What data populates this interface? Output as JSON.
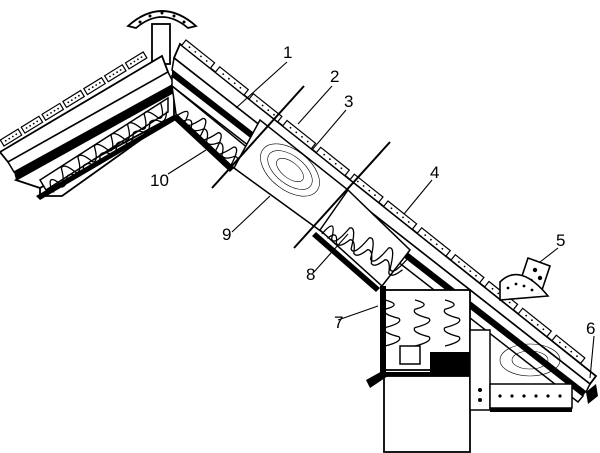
{
  "diagram": {
    "callouts": [
      {
        "id": "1",
        "label": "1"
      },
      {
        "id": "2",
        "label": "2"
      },
      {
        "id": "3",
        "label": "3"
      },
      {
        "id": "4",
        "label": "4"
      },
      {
        "id": "5",
        "label": "5"
      },
      {
        "id": "6",
        "label": "6"
      },
      {
        "id": "7",
        "label": "7"
      },
      {
        "id": "8",
        "label": "8"
      },
      {
        "id": "9",
        "label": "9"
      },
      {
        "id": "10",
        "label": "10"
      }
    ],
    "colors": {
      "stroke": "#000000",
      "fill": "#ffffff",
      "solid": "#000000"
    }
  }
}
